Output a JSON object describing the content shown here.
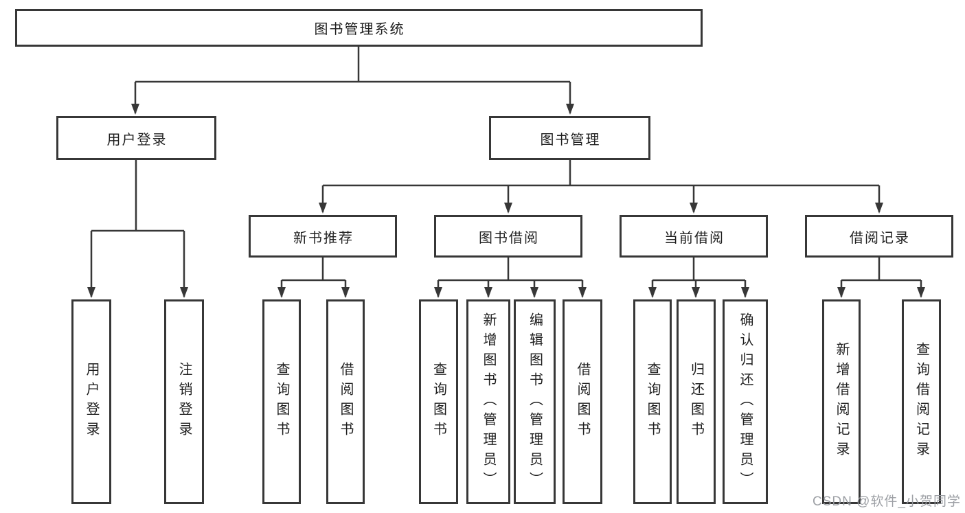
{
  "colors": {
    "line": "#373737",
    "text": "#1f1f1f",
    "watermark": "#989ba0",
    "background": "#ffffff"
  },
  "root": {
    "label": "图书管理系统"
  },
  "branches": [
    {
      "label": "用户登录",
      "children": [
        {
          "label": "用户登录"
        },
        {
          "label": "注销登录"
        }
      ]
    },
    {
      "label": "图书管理",
      "sections": [
        {
          "label": "新书推荐",
          "children": [
            {
              "label": "查询图书"
            },
            {
              "label": "借阅图书"
            }
          ]
        },
        {
          "label": "图书借阅",
          "children": [
            {
              "label": "查询图书"
            },
            {
              "label": "新增图书（管理员）"
            },
            {
              "label": "编辑图书（管理员）"
            },
            {
              "label": "借阅图书"
            }
          ]
        },
        {
          "label": "当前借阅",
          "children": [
            {
              "label": "查询图书"
            },
            {
              "label": "归还图书"
            },
            {
              "label": "确认归还（管理员）"
            }
          ]
        },
        {
          "label": "借阅记录",
          "children": [
            {
              "label": "新增借阅记录"
            },
            {
              "label": "查询借阅记录"
            }
          ]
        }
      ]
    }
  ],
  "watermark": "CSDN @软件_小贺同学"
}
